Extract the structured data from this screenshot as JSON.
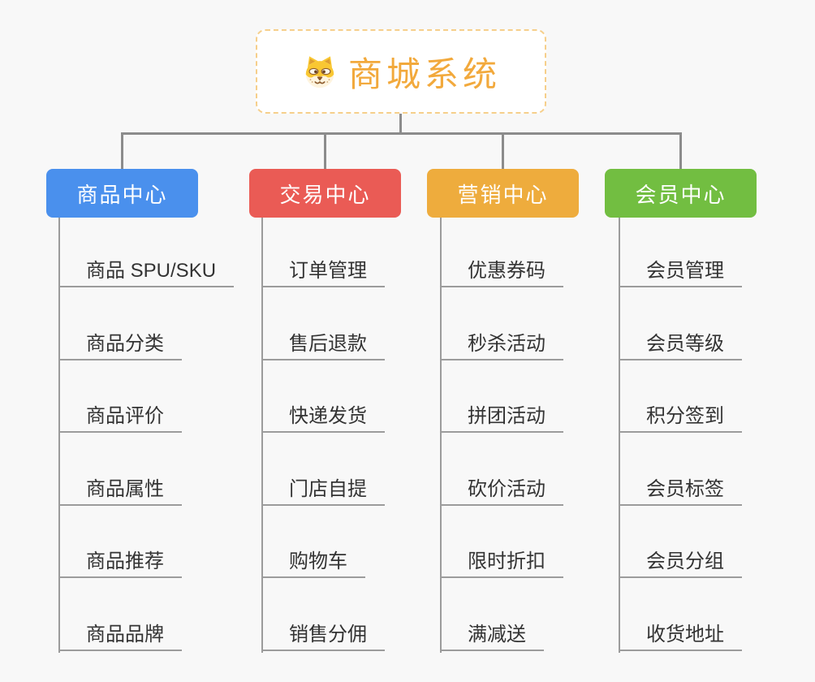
{
  "root": {
    "title": "商城系统",
    "icon": "dog-face-icon",
    "title_color": "#f2a93c",
    "border_color": "#f6cf8b"
  },
  "connector_color": "#8c8c8c",
  "branches": [
    {
      "label": "商品中心",
      "color": "#4a90ed",
      "children": [
        "商品 SPU/SKU",
        "商品分类",
        "商品评价",
        "商品属性",
        "商品推荐",
        "商品品牌"
      ]
    },
    {
      "label": "交易中心",
      "color": "#ea5b55",
      "children": [
        "订单管理",
        "售后退款",
        "快递发货",
        "门店自提",
        "购物车",
        "销售分佣"
      ]
    },
    {
      "label": "营销中心",
      "color": "#eeac3d",
      "children": [
        "优惠券码",
        "秒杀活动",
        "拼团活动",
        "砍价活动",
        "限时折扣",
        "满减送"
      ]
    },
    {
      "label": "会员中心",
      "color": "#72be41",
      "children": [
        "会员管理",
        "会员等级",
        "积分签到",
        "会员标签",
        "会员分组",
        "收货地址"
      ]
    }
  ]
}
